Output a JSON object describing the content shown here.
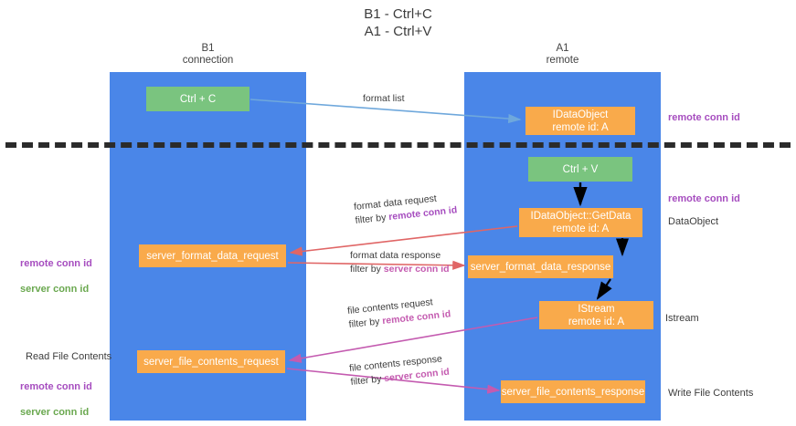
{
  "title": "B1 - Ctrl+C\nA1 - Ctrl+V",
  "lanes": [
    {
      "id": "b1",
      "header": "B1\nconnection",
      "color": "#4a86e8"
    },
    {
      "id": "a1",
      "header": "A1\nremote",
      "color": "#4a86e8"
    }
  ],
  "nodes": [
    {
      "id": "ctrl-c",
      "label": "Ctrl + C",
      "color": "#7ac47f",
      "lane": "b1"
    },
    {
      "id": "idataobject",
      "label": "IDataObject\nremote id: A",
      "color": "#f9aa4b",
      "lane": "a1"
    },
    {
      "id": "ctrl-v",
      "label": "Ctrl + V",
      "color": "#7ac47f",
      "lane": "a1"
    },
    {
      "id": "getdata",
      "label": "IDataObject::GetData\nremote id: A",
      "color": "#f9aa4b",
      "lane": "a1"
    },
    {
      "id": "server-format-data-request",
      "label": "server_format_data_request",
      "color": "#f9aa4b",
      "lane": "b1"
    },
    {
      "id": "server-format-data-response",
      "label": "server_format_data_response",
      "color": "#f9aa4b",
      "lane": "a1"
    },
    {
      "id": "istream",
      "label": "IStream\nremote id: A",
      "color": "#f9aa4b",
      "lane": "a1"
    },
    {
      "id": "server-file-contents-request",
      "label": "server_file_contents_request",
      "color": "#f9aa4b",
      "lane": "b1"
    },
    {
      "id": "server-file-contents-response",
      "label": "server_file_contents_response",
      "color": "#f9aa4b",
      "lane": "a1"
    }
  ],
  "edges": [
    {
      "id": "format-list",
      "label": "format list",
      "color": "#6fa8dc"
    },
    {
      "id": "format-data-request",
      "label_line1": "format data request",
      "label_line2_prefix": "filter by ",
      "label_line2_key": "remote conn id",
      "color": "#e06666"
    },
    {
      "id": "format-data-response",
      "label_line1": "format data response",
      "label_line2_prefix": "filter by ",
      "label_line2_key": "server conn id",
      "color": "#e06666"
    },
    {
      "id": "file-contents-request",
      "label_line1": "file contents request",
      "label_line2_prefix": "filter by ",
      "label_line2_key": "remote conn id",
      "color": "#c45bb0"
    },
    {
      "id": "file-contents-response",
      "label_line1": "file contents response",
      "label_line2_prefix": "filter by ",
      "label_line2_key": "server conn id",
      "color": "#c45bb0"
    }
  ],
  "annotations": {
    "right_remote_conn_id_top": "remote conn id",
    "right_remote_conn_id_mid": "remote conn id",
    "right_dataobject": "DataObject",
    "right_istream": "Istream",
    "right_write_file_contents": "Write File Contents",
    "left_remote_conn_id": "remote conn id",
    "left_server_conn_id": "server conn id",
    "left_read_file_contents": "Read File Contents",
    "left_remote_conn_id_2": "remote conn id",
    "left_server_conn_id_2": "server conn id"
  },
  "edge_label_text": {
    "format_list": "format list",
    "format_data_request": "format data request",
    "format_data_response": "format data response",
    "file_contents_request": "file contents request",
    "file_contents_response": "file contents response",
    "filter_by": "filter by ",
    "remote_conn_id": "remote conn id",
    "server_conn_id": "server conn id"
  },
  "colors": {
    "lane": "#4a86e8",
    "green_node": "#7ac47f",
    "orange_node": "#f9aa4b",
    "blue_arrow": "#6fa8dc",
    "red_arrow": "#e06666",
    "magenta_arrow": "#c45bb0",
    "black_arrow": "#000000",
    "purple_text": "#a64dbf",
    "green_text": "#6aa84f",
    "divider": "#2b2b2b"
  }
}
